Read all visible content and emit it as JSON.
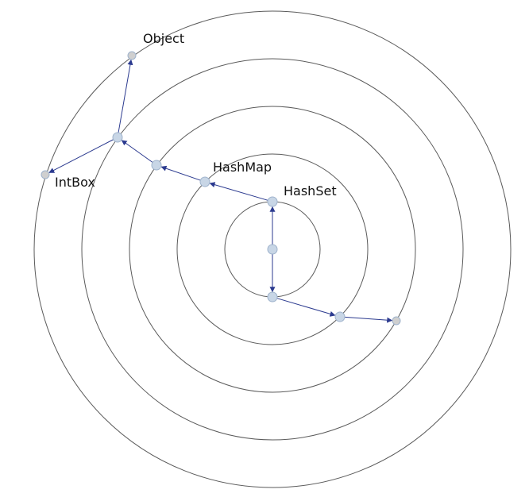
{
  "diagram": {
    "type": "radial-graph",
    "colors": {
      "ring": "#5a5a5a",
      "edge": "#2b3a8f",
      "node_fill": "#c8d6e6",
      "leaf_fill": "#cfcfcf",
      "node_stroke": "#9fb3cc",
      "label": "#111111"
    },
    "nodes": [
      {
        "id": "center",
        "label": ""
      },
      {
        "id": "top",
        "label": "HashSet"
      },
      {
        "id": "bottom",
        "label": ""
      },
      {
        "id": "hashmap",
        "label": "HashMap"
      },
      {
        "id": "mid",
        "label": ""
      },
      {
        "id": "hub",
        "label": ""
      },
      {
        "id": "object",
        "label": "Object"
      },
      {
        "id": "intbox",
        "label": "IntBox"
      },
      {
        "id": "lower_mid",
        "label": ""
      },
      {
        "id": "lower_leaf",
        "label": ""
      }
    ],
    "edges": [
      {
        "from": "center",
        "to": "top"
      },
      {
        "from": "center",
        "to": "bottom"
      },
      {
        "from": "top",
        "to": "hashmap"
      },
      {
        "from": "hashmap",
        "to": "mid"
      },
      {
        "from": "mid",
        "to": "hub"
      },
      {
        "from": "hub",
        "to": "object"
      },
      {
        "from": "hub",
        "to": "intbox"
      },
      {
        "from": "bottom",
        "to": "lower_mid"
      },
      {
        "from": "lower_mid",
        "to": "lower_leaf"
      }
    ]
  }
}
